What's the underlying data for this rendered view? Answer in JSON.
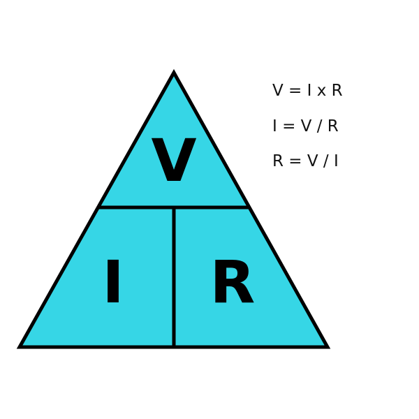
{
  "triangle": {
    "fill_color": "#36D6E6",
    "stroke_color": "#000000",
    "sections": {
      "top": "V",
      "bottom_left": "I",
      "bottom_right": "R"
    }
  },
  "formulas": [
    "V = I x R",
    "I = V / R",
    "R = V / I"
  ]
}
